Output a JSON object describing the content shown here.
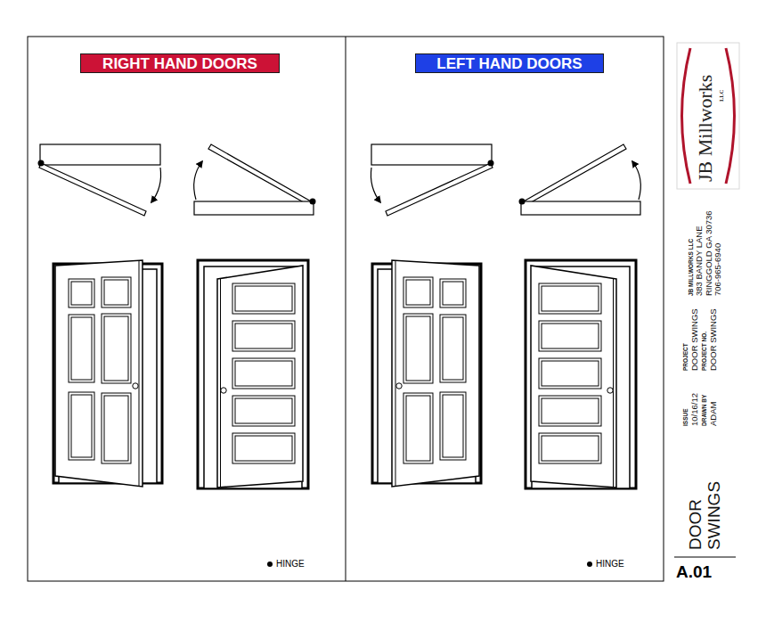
{
  "diagram": {
    "nodes": [
      {
        "text": [
          "RIGHT HAND DOORS"
        ]
      },
      {
        "text": [
          "LEFT HAND DOORS"
        ]
      }
    ],
    "labels": [
      "JB Millworks",
      "LLC",
      "JB MILLWORKS LLC",
      "383 BANDY LANE",
      "RINGGOLD GA 30736",
      "706-965-6940",
      "PROJECT",
      "DOOR SWINGS",
      "PROJECT NO.",
      "DOOR SWINGS",
      "ISSUE",
      "10/16/12",
      "DRAWN BY",
      "ADAM",
      "DOOR SWINGS",
      "A.01"
    ],
    "legend": [
      {
        "text": "HINGE"
      },
      {
        "text": "HINGE"
      }
    ]
  }
}
